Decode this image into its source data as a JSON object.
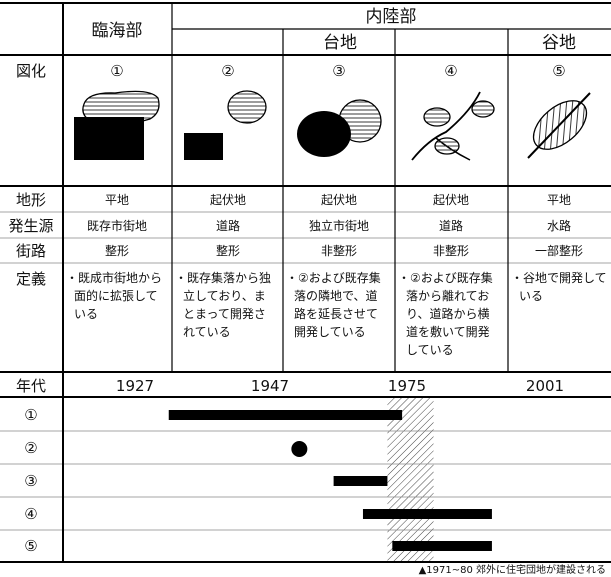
{
  "header": {
    "coastal": "臨海部",
    "inland": "内陸部",
    "plateau": "台地",
    "valley": "谷地"
  },
  "rows": {
    "figure": "図化",
    "landform": "地形",
    "origin": "発生源",
    "street": "街路",
    "definition": "定義",
    "era": "年代"
  },
  "columns": [
    {
      "num": "①",
      "landform": "平地",
      "origin": "既存市街地",
      "street": "整形",
      "definition": [
        "・既成市街地から",
        "面的に拡張して",
        "いる"
      ]
    },
    {
      "num": "②",
      "landform": "起伏地",
      "origin": "道路",
      "street": "整形",
      "definition": [
        "・既存集落から独",
        "立しており、ま",
        "とまって開発さ",
        "れている"
      ]
    },
    {
      "num": "③",
      "landform": "起伏地",
      "origin": "独立市街地",
      "street": "非整形",
      "definition": [
        "・②および既存集",
        "落の隣地で、道",
        "路を延長させて",
        "開発している"
      ]
    },
    {
      "num": "④",
      "landform": "起伏地",
      "origin": "道路",
      "street": "非整形",
      "definition": [
        "・②および既存集",
        "落から離れてお",
        "り、道路から横",
        "道を敷いて開発",
        "している"
      ]
    },
    {
      "num": "⑤",
      "landform": "平地",
      "origin": "水路",
      "street": "一部整形",
      "definition": [
        "・谷地で開発して",
        "いる"
      ]
    }
  ],
  "years": [
    "1927",
    "1947",
    "1975",
    "2001"
  ],
  "timeline": {
    "rows": [
      "①",
      "②",
      "③",
      "④",
      "⑤"
    ],
    "periods": [
      {
        "type": "bar",
        "start": 1932,
        "end": 1974
      },
      {
        "type": "dot",
        "at": 1953
      },
      {
        "type": "bar",
        "start": 1960,
        "end": 1971
      },
      {
        "type": "bar",
        "start": 1966,
        "end": 1991
      },
      {
        "type": "bar",
        "start": 1972,
        "end": 1991
      }
    ],
    "hatch_start": 1971,
    "hatch_end": 1980
  },
  "footnote": "▲1971~80 郊外に住宅団地が建設される"
}
